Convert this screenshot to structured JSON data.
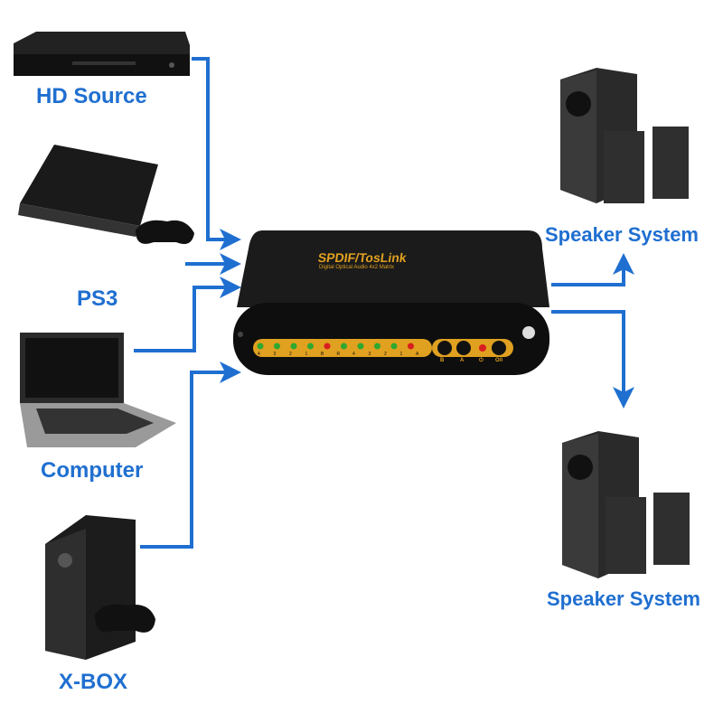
{
  "sources": [
    {
      "label": "HD Source",
      "icon": "bluray-player-icon"
    },
    {
      "label": "PS3",
      "icon": "ps3-console-icon"
    },
    {
      "label": "Computer",
      "icon": "laptop-icon"
    },
    {
      "label": "X-BOX",
      "icon": "xbox-console-icon"
    }
  ],
  "matrix": {
    "title": "SPDIF/TosLink",
    "subtitle": "Digital Optical Audio 4x2 Matrix",
    "led_labels": [
      "4",
      "3",
      "2",
      "1",
      "B",
      "R",
      "4",
      "3",
      "2",
      "1",
      "A"
    ],
    "button_labels": [
      "B",
      "A",
      "⏻",
      "O/I"
    ]
  },
  "outputs": [
    {
      "label": "Speaker System",
      "icon": "speaker-system-icon"
    },
    {
      "label": "Speaker System",
      "icon": "speaker-system-icon"
    }
  ],
  "colors": {
    "arrow": "#1f6fd0",
    "label": "#1f6fd0",
    "device_text": "#e0a020"
  }
}
